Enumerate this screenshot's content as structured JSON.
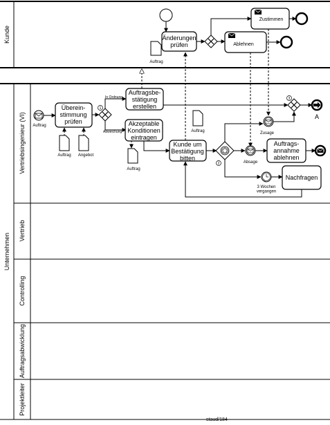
{
  "pools": {
    "customer": "Kunde",
    "company": "Unternehmen"
  },
  "lanes": {
    "sales_engineer": "Vertriebsingenieur (VI)",
    "sales": "Vertrieb",
    "controlling": "Controlling",
    "order_processing": "Auftragsabwicklung",
    "project_lead": "Projektleiter"
  },
  "tasks": {
    "check_changes": "Änderungen|prüfen",
    "approve": "Zustimmen",
    "reject": "Ablehnen",
    "check_match": "Überein-|stimmung|prüfen",
    "create_confirmation": "Auftragsbe-|stätigung|erstellen",
    "enter_conditions": "Akzeptable|Konditionen|eintragen",
    "ask_confirmation": "Kunde um|Bestätigung|bitten",
    "decline_order": "Auftrags-|annahme|ablehnen",
    "inquire": "Nachfragen"
  },
  "documents": {
    "order_customer": "Auftrag",
    "order_start": "Auftrag",
    "order_doc": "Auftrag",
    "offer_doc": "Angebot",
    "order_conditions": "Auftrag",
    "order_mid": "Auftrag"
  },
  "events": {
    "acceptance": "Zusage",
    "rejection": "Absage",
    "timer": "3 Wochen|vergangen",
    "link_end": "A"
  },
  "flows": {
    "in_order": "In Ordnung",
    "deviation": "Abweichung"
  },
  "markers": {
    "m1": "1",
    "m2": "2",
    "m3": "3"
  },
  "footer": "staud/184"
}
